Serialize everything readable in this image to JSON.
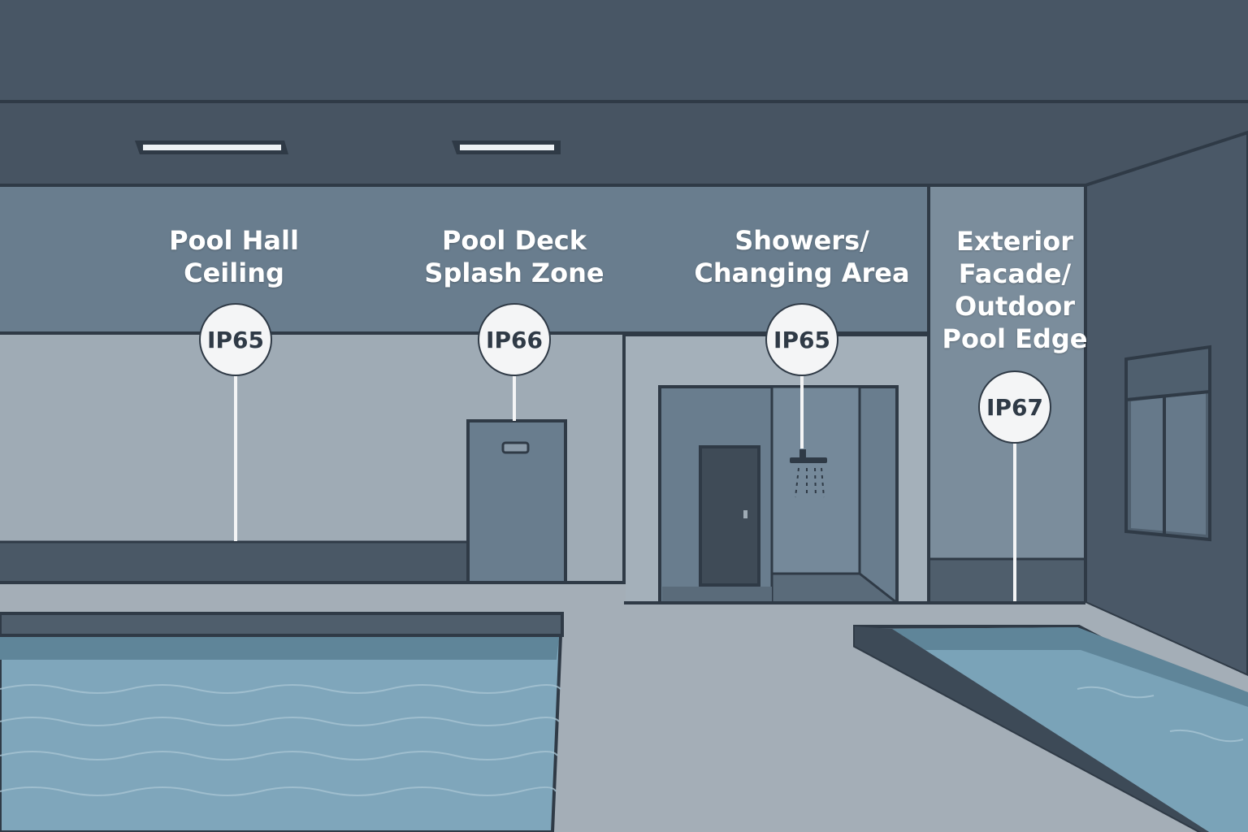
{
  "zones": [
    {
      "lines": [
        "Pool Hall",
        "Ceiling"
      ],
      "rating": "IP65"
    },
    {
      "lines": [
        "Pool Deck",
        "Splash Zone"
      ],
      "rating": "IP66"
    },
    {
      "lines": [
        "Showers/",
        "Changing Area"
      ],
      "rating": "IP65"
    },
    {
      "lines": [
        "Exterior",
        "Facade/",
        "Outdoor",
        "Pool Edge"
      ],
      "rating": "IP67"
    }
  ],
  "colors": {
    "ceiling": "#475462",
    "wall_upper": "#697d8e",
    "wall_lower": "#9fabb5",
    "floor": "#a4aeb7",
    "water": "#7fa6bb",
    "outline": "#2f3a46",
    "badge": "#f4f5f6"
  }
}
